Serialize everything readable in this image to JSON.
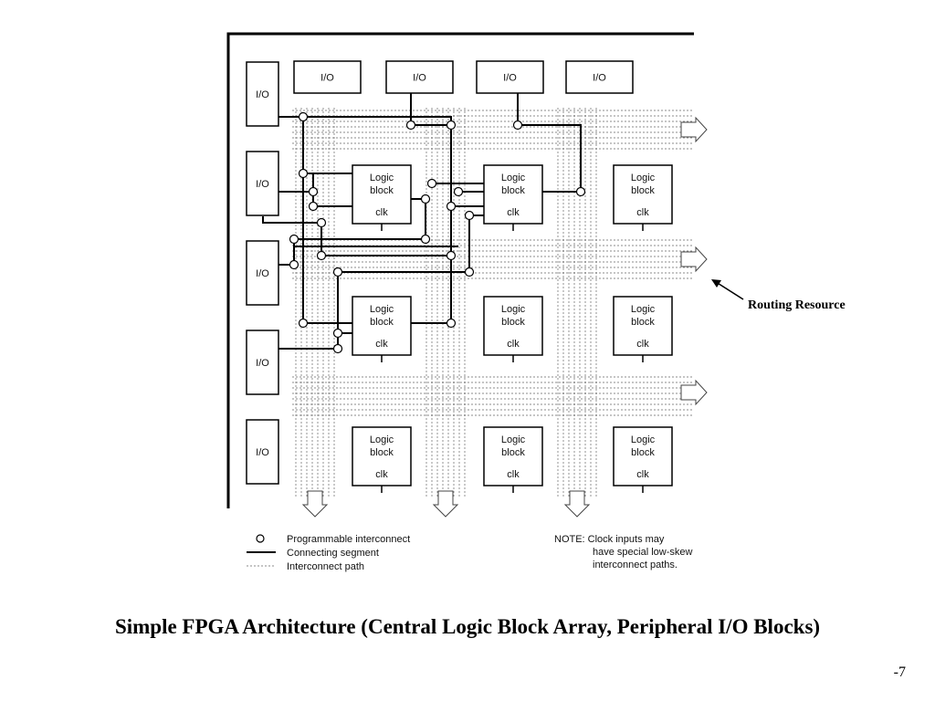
{
  "diagram": {
    "io_label": "I/O",
    "logic_block_label": "Logic\nblock",
    "clk_label": "clk",
    "callout": "Routing Resource",
    "legend": {
      "programmable_interconnect": "Programmable interconnect",
      "connecting_segment": "Connecting segment",
      "interconnect_path": "Interconnect path"
    },
    "note": [
      "NOTE: Clock inputs may",
      "have special low-skew",
      "interconnect paths."
    ]
  },
  "slide": {
    "title": "Simple FPGA Architecture (Central Logic Block Array, Peripheral I/O Blocks)",
    "page_number": "-7"
  }
}
